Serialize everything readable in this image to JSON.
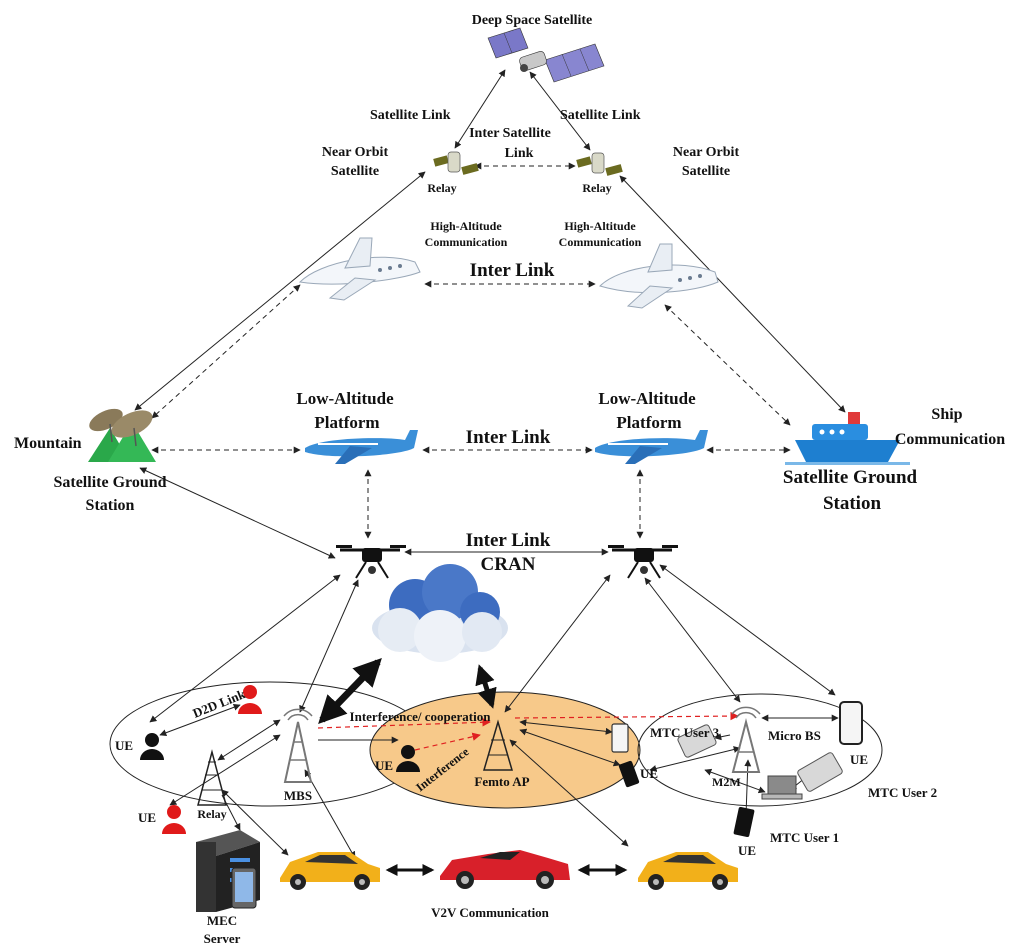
{
  "labels": {
    "deep_space_satellite": "Deep Space Satellite",
    "satellite_link_left": "Satellite Link",
    "satellite_link_right": "Satellite Link",
    "inter_satellite_link_1": "Inter Satellite",
    "inter_satellite_link_2": "Link",
    "near_orbit_left_1": "Near Orbit",
    "near_orbit_left_2": "Satellite",
    "near_orbit_right_1": "Near Orbit",
    "near_orbit_right_2": "Satellite",
    "relay_left": "Relay",
    "relay_right": "Relay",
    "high_alt_left_1": "High-Altitude",
    "high_alt_left_2": "Communication",
    "high_alt_right_1": "High-Altitude",
    "high_alt_right_2": "Communication",
    "inter_link_top": "Inter Link",
    "low_alt_left_1": "Low-Altitude",
    "low_alt_left_2": "Platform",
    "low_alt_right_1": "Low-Altitude",
    "low_alt_right_2": "Platform",
    "inter_link_mid": "Inter Link",
    "mountain": "Mountain",
    "sgs_left_1": "Satellite Ground",
    "sgs_left_2": "Station",
    "ship_1": "Ship",
    "ship_2": "Communication",
    "sgs_right_1": "Satellite Ground",
    "sgs_right_2": "Station",
    "inter_link_cran": "Inter Link",
    "cran": "CRAN",
    "d2d_link": "D2D Link",
    "ue_left": "UE",
    "ue_bottom_left": "UE",
    "relay_ground": "Relay",
    "mbs": "MBS",
    "interference_coop": "Interference/ cooperation",
    "ue_femto": "UE",
    "interference": "Interference",
    "femto_ap": "Femto AP",
    "ue_femto_right": "UE",
    "mtc_user_3": "MTC User 3",
    "micro_bs": "Micro BS",
    "m2m": "M2M",
    "ue_right": "UE",
    "mtc_user_2": "MTC User 2",
    "mtc_user_1": "MTC User 1",
    "ue_mtc1": "UE",
    "mec_1": "MEC",
    "mec_2": "Server",
    "v2v": "V2V Communication"
  },
  "colors": {
    "femto_cell": "#f7c98a",
    "cloud": "#4a78c8",
    "aircraft_blue": "#3a8fd8",
    "car_yellow": "#f2b01a",
    "car_red": "#d8202a",
    "person_red": "#e01a1a",
    "mountain_green": "#2aa84a",
    "ship_blue": "#1e7fd0"
  }
}
